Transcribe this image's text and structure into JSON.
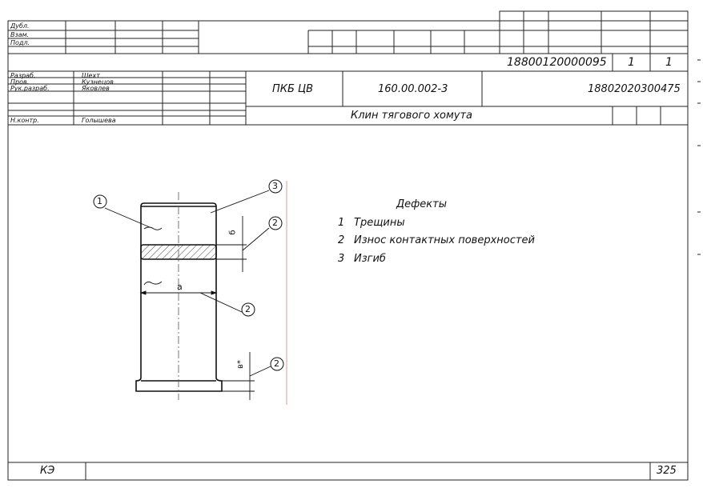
{
  "left_stamp": {
    "rows": [
      "Дубл.",
      "Взам.",
      "Подл."
    ]
  },
  "doc_number_row": {
    "doc_code": "18800120000095",
    "sheet": "1",
    "sheets": "1"
  },
  "signatures": [
    {
      "role": "Разраб.",
      "name": "Шехт"
    },
    {
      "role": "Пров.",
      "name": "Кузнецов"
    },
    {
      "role": "Рук.разраб.",
      "name": "Яковлев"
    },
    {
      "role": "Н.контр.",
      "name": "Голышева"
    }
  ],
  "title_block": {
    "organization": "ПКБ ЦВ",
    "designation": "160.00.002-3",
    "code": "18802020300475",
    "part_name": "Клин тягового хомута"
  },
  "defects": {
    "heading": "Дефекты",
    "items": [
      {
        "num": "1",
        "text": "Трещины"
      },
      {
        "num": "2",
        "text": "Износ контактных поверхностей"
      },
      {
        "num": "3",
        "text": "Изгиб"
      }
    ]
  },
  "drawing": {
    "callouts": [
      "1",
      "3",
      "2",
      "2",
      "2"
    ],
    "dim_a": "а",
    "dim_b": "б",
    "dim_v": "в*"
  },
  "footer": {
    "doc_type": "КЭ",
    "page": "325"
  }
}
